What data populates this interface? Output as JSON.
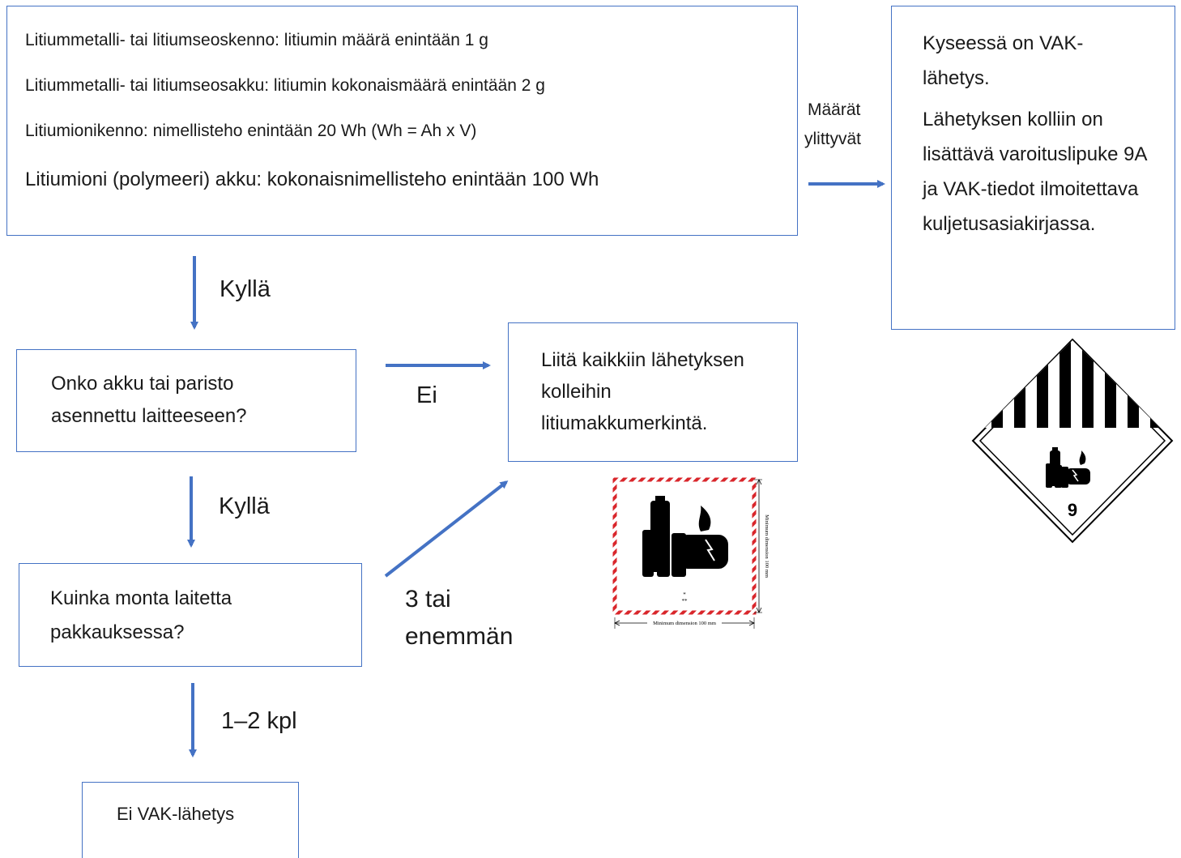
{
  "criteria_box": {
    "lines": [
      "Litiummetalli- tai litiumseoskenno: litiumin määrä enintään 1 g",
      "Litiummetalli- tai litiumseosakku: litiumin kokonaismäärä enintään 2 g",
      "Litiumionikenno: nimellisteho enintään 20 Wh (Wh = Ah x V)",
      "Litiumioni (polymeeri) akku: kokonaisnimellisteho enintään 100 Wh"
    ]
  },
  "exceeded_label": {
    "line1": "Määrät",
    "line2": "ylittyvät"
  },
  "vak_box": {
    "line1": "Kyseessä on VAK-lähetys.",
    "line2": "Lähetyksen kolliin on lisättävä varoituslipuke 9A ja VAK-tiedot ilmoitettava kuljetusasiakirjassa."
  },
  "yes_label_1": "Kyllä",
  "installed_question": "Onko akku tai paristo asennettu laitteeseen?",
  "no_label": "Ei",
  "marking_box": "Liitä kaikkiin lähetyksen kolleihin litiumakkumerkintä.",
  "yes_label_2": "Kyllä",
  "count_question": "Kuinka monta laitetta pakkauksessa?",
  "three_or_more_label": {
    "line1": "3 tai",
    "line2": "enemmän"
  },
  "one_two_label": "1–2 kpl",
  "no_vak_box": "Ei VAK-lähetys",
  "lithium_mark": {
    "dimension_bottom": "Minimum dimension 100 mm",
    "dimension_side": "Minimum dimension 100 mm",
    "star1": "*",
    "star2": "**"
  },
  "class9_label": {
    "number": "9"
  },
  "colors": {
    "box_border": "#4472c4",
    "arrow": "#4472c4",
    "hatch_red": "#d9262b"
  }
}
